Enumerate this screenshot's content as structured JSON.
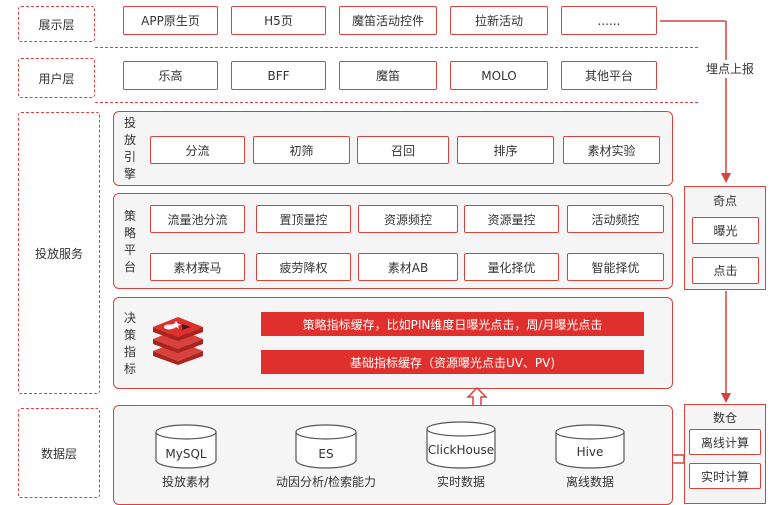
{
  "layers": {
    "display": "展示层",
    "user": "用户层",
    "delivery": "投放服务",
    "data": "数据层"
  },
  "display_items": [
    "APP原生页",
    "H5页",
    "魔笛活动控件",
    "拉新活动",
    "......"
  ],
  "user_items": [
    "乐高",
    "BFF",
    "魔笛",
    "MOLO",
    "其他平台"
  ],
  "tracking_label": "埋点上报",
  "engine": {
    "label": [
      "投",
      "放",
      "引",
      "擎"
    ],
    "items": [
      "分流",
      "初筛",
      "召回",
      "排序",
      "素材实验"
    ]
  },
  "strategy": {
    "label": [
      "策",
      "略",
      "平",
      "台"
    ],
    "row1": [
      "流量池分流",
      "置顶量控",
      "资源频控",
      "资源量控",
      "活动频控"
    ],
    "row2": [
      "素材赛马",
      "疲劳降权",
      "素材AB",
      "量化择优",
      "智能择优"
    ]
  },
  "decision": {
    "label": [
      "决",
      "策",
      "指",
      "标"
    ],
    "cache1": "策略指标缓存，比如PIN维度日曝光点击，周/月曝光点击",
    "cache2": "基础指标缓存（资源曝光点击UV、PV)"
  },
  "qidian": {
    "title": "奇点",
    "items": [
      "曝光",
      "点击"
    ]
  },
  "warehouse": {
    "title": "数仓",
    "items": [
      "离线计算",
      "实时计算"
    ]
  },
  "databases": [
    {
      "name": "MySQL",
      "caption": "投放素材"
    },
    {
      "name": "ES",
      "caption": "动因分析/检索能力"
    },
    {
      "name": "ClickHouse",
      "caption": "实时数据"
    },
    {
      "name": "Hive",
      "caption": "离线数据"
    }
  ],
  "colors": {
    "accent": "#d9413f",
    "fill": "#e0302d",
    "panel": "#f5f5f5"
  }
}
